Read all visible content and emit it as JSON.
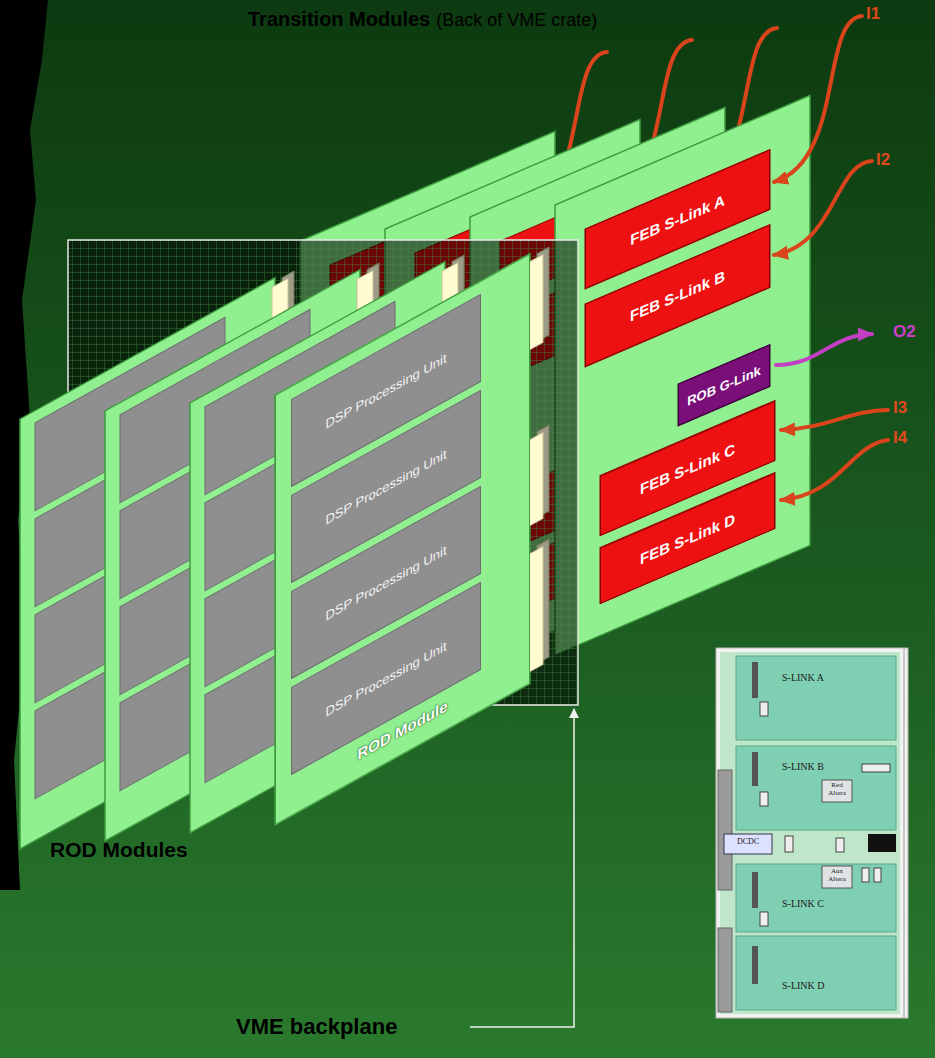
{
  "diagram": {
    "title": "Transition Modules",
    "nodes": [
      {
        "text": [
          "FEB S-Link A"
        ]
      },
      {
        "text": [
          "FEB S-Link B"
        ]
      },
      {
        "text": [
          "ROB G-Link"
        ]
      },
      {
        "text": [
          "FEB S-Link C"
        ]
      },
      {
        "text": [
          "FEB S-Link D"
        ]
      },
      {
        "text": [
          "ROD Module"
        ]
      },
      {
        "text": [
          "DSP Processing Unit"
        ],
        "in": 5
      },
      {
        "text": [
          "DSP Processing Unit"
        ],
        "in": 5
      },
      {
        "text": [
          "DSP Processing Unit"
        ],
        "in": 5
      },
      {
        "text": [
          "DSP Processing Unit"
        ],
        "in": 5
      }
    ],
    "labels": [
      "(Back of VME crate)",
      "I1",
      "I2",
      "O2",
      "I3",
      "I4",
      "ROD Modules",
      "VME backplane",
      "S-LINK A",
      "S-LINK B",
      "Red Altera",
      "DCDC",
      "Aux Altera",
      "S-LINK C",
      "S-LINK D"
    ]
  }
}
